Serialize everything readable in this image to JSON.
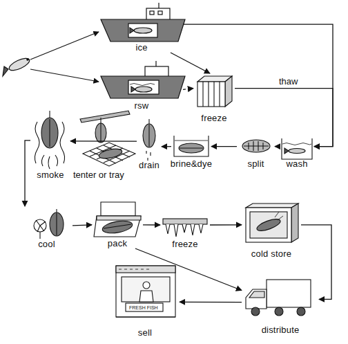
{
  "diagram": {
    "nodes": [
      {
        "text": [
          "ice"
        ]
      },
      {
        "text": [
          "rsw"
        ]
      },
      {
        "text": [
          "freeze"
        ]
      },
      {
        "text": [
          "wash"
        ]
      },
      {
        "text": [
          "split"
        ]
      },
      {
        "text": [
          "brine&dye"
        ]
      },
      {
        "text": [
          "drain"
        ]
      },
      {
        "text": [
          "smoke"
        ]
      },
      {
        "text": [
          "cool"
        ]
      },
      {
        "text": [
          "pack"
        ]
      },
      {
        "text": [
          "freeze"
        ]
      },
      {
        "text": [
          "cold store"
        ]
      },
      {
        "text": [
          "distribute"
        ]
      },
      {
        "text": [
          "sell"
        ]
      }
    ],
    "edges": [
      {
        "from": 0,
        "to": 3,
        "arrow": "to"
      },
      {
        "from": 0,
        "to": 2,
        "arrow": "to"
      },
      {
        "from": 1,
        "to": 2,
        "arrow": "to"
      },
      {
        "from": 2,
        "to": 3,
        "label": "thaw",
        "arrow": "to"
      },
      {
        "from": 3,
        "to": 4,
        "arrow": "to"
      },
      {
        "from": 4,
        "to": 5,
        "arrow": "to"
      },
      {
        "from": 5,
        "to": 6,
        "arrow": "to"
      },
      {
        "from": 6,
        "to": 7,
        "arrow": "to"
      },
      {
        "from": 7,
        "to": 8,
        "arrow": "to"
      },
      {
        "from": 8,
        "to": 9,
        "arrow": "to"
      },
      {
        "from": 9,
        "to": 10,
        "arrow": "to"
      },
      {
        "from": 10,
        "to": 11,
        "arrow": "to"
      },
      {
        "from": 11,
        "to": 12,
        "arrow": "to"
      },
      {
        "from": 9,
        "to": 12,
        "arrow": "to"
      },
      {
        "from": 12,
        "to": 13,
        "arrow": "to"
      }
    ],
    "labels": [
      "tenter or tray",
      "FRESH FISH"
    ]
  }
}
